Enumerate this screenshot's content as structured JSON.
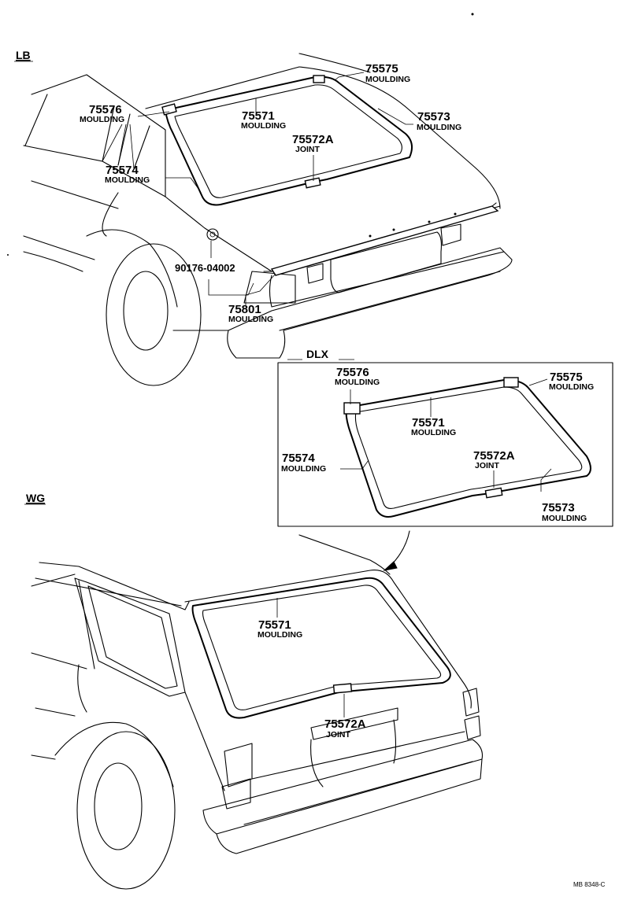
{
  "sections": {
    "lb": "LB",
    "wg": "WG",
    "dlx": "DLX"
  },
  "reference_code": "MB 8348-C",
  "lb_labels": [
    {
      "code": "75575",
      "name": "MOULDING"
    },
    {
      "code": "75576",
      "name": "MOULDING"
    },
    {
      "code": "75571",
      "name": "MOULDING"
    },
    {
      "code": "75573",
      "name": "MOULDING"
    },
    {
      "code": "75572A",
      "name": "JOINT"
    },
    {
      "code": "75574",
      "name": "MOULDING"
    },
    {
      "code": "90176-04002",
      "name": ""
    },
    {
      "code": "75801",
      "name": "MOULDING"
    }
  ],
  "dlx_labels": [
    {
      "code": "75576",
      "name": "MOULDING"
    },
    {
      "code": "75575",
      "name": "MOULDING"
    },
    {
      "code": "75571",
      "name": "MOULDING"
    },
    {
      "code": "75574",
      "name": "MOULDING"
    },
    {
      "code": "75572A",
      "name": "JOINT"
    },
    {
      "code": "75573",
      "name": "MOULDING"
    }
  ],
  "wg_labels": [
    {
      "code": "75571",
      "name": "MOULDING"
    },
    {
      "code": "75572A",
      "name": "JOINT"
    }
  ]
}
